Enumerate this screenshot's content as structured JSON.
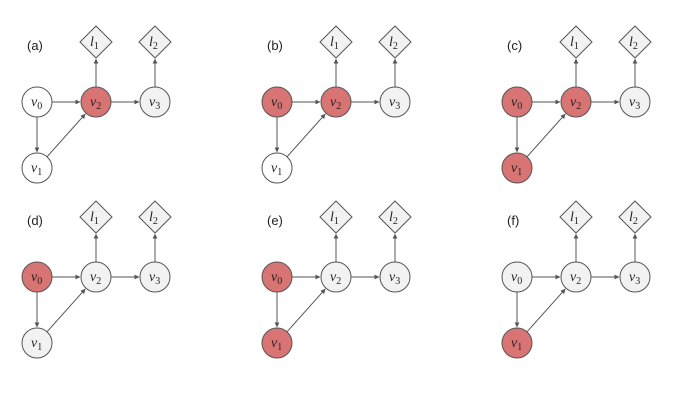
{
  "colors": {
    "highlight": "#d87474",
    "empty": "#ffffff",
    "light": "#f2f2f2",
    "stroke": "#555555"
  },
  "nodes": [
    {
      "id": "v0",
      "base": "v",
      "sub": "0",
      "shape": "circle"
    },
    {
      "id": "v1",
      "base": "v",
      "sub": "1",
      "shape": "circle"
    },
    {
      "id": "v2",
      "base": "v",
      "sub": "2",
      "shape": "circle"
    },
    {
      "id": "v3",
      "base": "v",
      "sub": "3",
      "shape": "circle"
    },
    {
      "id": "l1",
      "base": "l",
      "sub": "1",
      "shape": "diamond"
    },
    {
      "id": "l2",
      "base": "l",
      "sub": "2",
      "shape": "diamond"
    }
  ],
  "edges": [
    [
      "v0",
      "v2"
    ],
    [
      "v0",
      "v1"
    ],
    [
      "v1",
      "v2"
    ],
    [
      "v2",
      "v3"
    ],
    [
      "v2",
      "l1"
    ],
    [
      "v3",
      "l2"
    ]
  ],
  "panels": [
    {
      "label": "(a)",
      "fills": {
        "v0": "empty",
        "v1": "empty",
        "v2": "highlight",
        "v3": "light",
        "l1": "light",
        "l2": "light"
      }
    },
    {
      "label": "(b)",
      "fills": {
        "v0": "highlight",
        "v1": "empty",
        "v2": "highlight",
        "v3": "light",
        "l1": "light",
        "l2": "light"
      }
    },
    {
      "label": "(c)",
      "fills": {
        "v0": "highlight",
        "v1": "highlight",
        "v2": "highlight",
        "v3": "light",
        "l1": "light",
        "l2": "light"
      }
    },
    {
      "label": "(d)",
      "fills": {
        "v0": "highlight",
        "v1": "light",
        "v2": "light",
        "v3": "light",
        "l1": "light",
        "l2": "light"
      }
    },
    {
      "label": "(e)",
      "fills": {
        "v0": "highlight",
        "v1": "highlight",
        "v2": "light",
        "v3": "light",
        "l1": "light",
        "l2": "light"
      }
    },
    {
      "label": "(f)",
      "fills": {
        "v0": "light",
        "v1": "highlight",
        "v2": "light",
        "v3": "light",
        "l1": "light",
        "l2": "light"
      }
    }
  ]
}
